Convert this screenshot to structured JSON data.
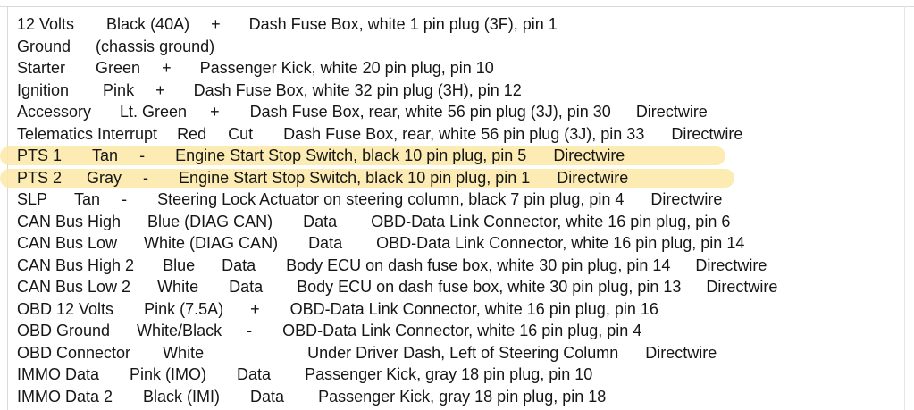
{
  "rows": [
    {
      "label": "12 Volts",
      "color": "Black (40A)",
      "polarity": "+",
      "location": "Dash Fuse Box, white 1 pin plug (3F), pin 1",
      "note": ""
    },
    {
      "label": "Ground",
      "color": "(chassis ground)",
      "polarity": "",
      "location": "",
      "note": ""
    },
    {
      "label": "Starter",
      "color": "Green",
      "polarity": "+",
      "location": "Passenger Kick, white 20 pin plug, pin 10",
      "note": ""
    },
    {
      "label": "Ignition",
      "color": "Pink",
      "polarity": "+",
      "location": "Dash Fuse Box, white 32 pin plug (3H), pin 12",
      "note": ""
    },
    {
      "label": "Accessory",
      "color": "Lt. Green",
      "polarity": "+",
      "location": "Dash Fuse Box, rear, white 56 pin plug (3J), pin 30",
      "note": "Directwire"
    },
    {
      "label": "Telematics Interrupt",
      "color": "Red",
      "polarity": "Cut",
      "location": "Dash Fuse Box, rear, white 56 pin plug (3J), pin 33",
      "note": "Directwire"
    },
    {
      "label": "PTS 1",
      "color": "Tan",
      "polarity": "-",
      "location": "Engine Start Stop Switch, black 10 pin plug, pin 5",
      "note": "Directwire",
      "highlight": true
    },
    {
      "label": "PTS 2",
      "color": "Gray",
      "polarity": "-",
      "location": "Engine Start Stop Switch, black 10 pin plug, pin 1",
      "note": "Directwire",
      "highlight": true
    },
    {
      "label": "SLP",
      "color": "Tan",
      "polarity": "-",
      "location": "Steering Lock Actuator on steering column, black 7 pin plug, pin 4",
      "note": "Directwire"
    },
    {
      "label": "CAN Bus High",
      "color": "Blue (DIAG CAN)",
      "polarity": "Data",
      "location": "OBD-Data Link Connector, white 16 pin plug, pin 6",
      "note": ""
    },
    {
      "label": "CAN Bus Low",
      "color": "White (DIAG CAN)",
      "polarity": "Data",
      "location": "OBD-Data Link Connector, white 16 pin plug, pin 14",
      "note": ""
    },
    {
      "label": "CAN Bus High 2",
      "color": "Blue",
      "polarity": "Data",
      "location": "Body ECU on dash fuse box, white 30 pin plug, pin 14",
      "note": "Directwire"
    },
    {
      "label": "CAN Bus Low 2",
      "color": "White",
      "polarity": "Data",
      "location": "Body ECU on dash fuse box, white 30 pin plug, pin 13",
      "note": "Directwire"
    },
    {
      "label": "OBD 12 Volts",
      "color": "Pink (7.5A)",
      "polarity": "+",
      "location": "OBD-Data Link Connector, white 16 pin plug, pin 16",
      "note": ""
    },
    {
      "label": "OBD Ground",
      "color": "White/Black",
      "polarity": "-",
      "location": "OBD-Data Link Connector, white 16 pin plug, pin 4",
      "note": ""
    },
    {
      "label": "OBD Connector",
      "color": "White",
      "polarity": "",
      "location": "Under Driver Dash, Left of Steering Column",
      "note": "Directwire"
    },
    {
      "label": "IMMO Data",
      "color": "Pink (IMO)",
      "polarity": "Data",
      "location": "Passenger Kick, gray 18 pin plug, pin 10",
      "note": ""
    },
    {
      "label": "IMMO Data 2",
      "color": "Black (IMI)",
      "polarity": "Data",
      "location": "Passenger Kick, gray 18 pin plug, pin 18",
      "note": ""
    }
  ],
  "colors": {
    "text": "#161616",
    "highlight": "#fbe7a4"
  }
}
